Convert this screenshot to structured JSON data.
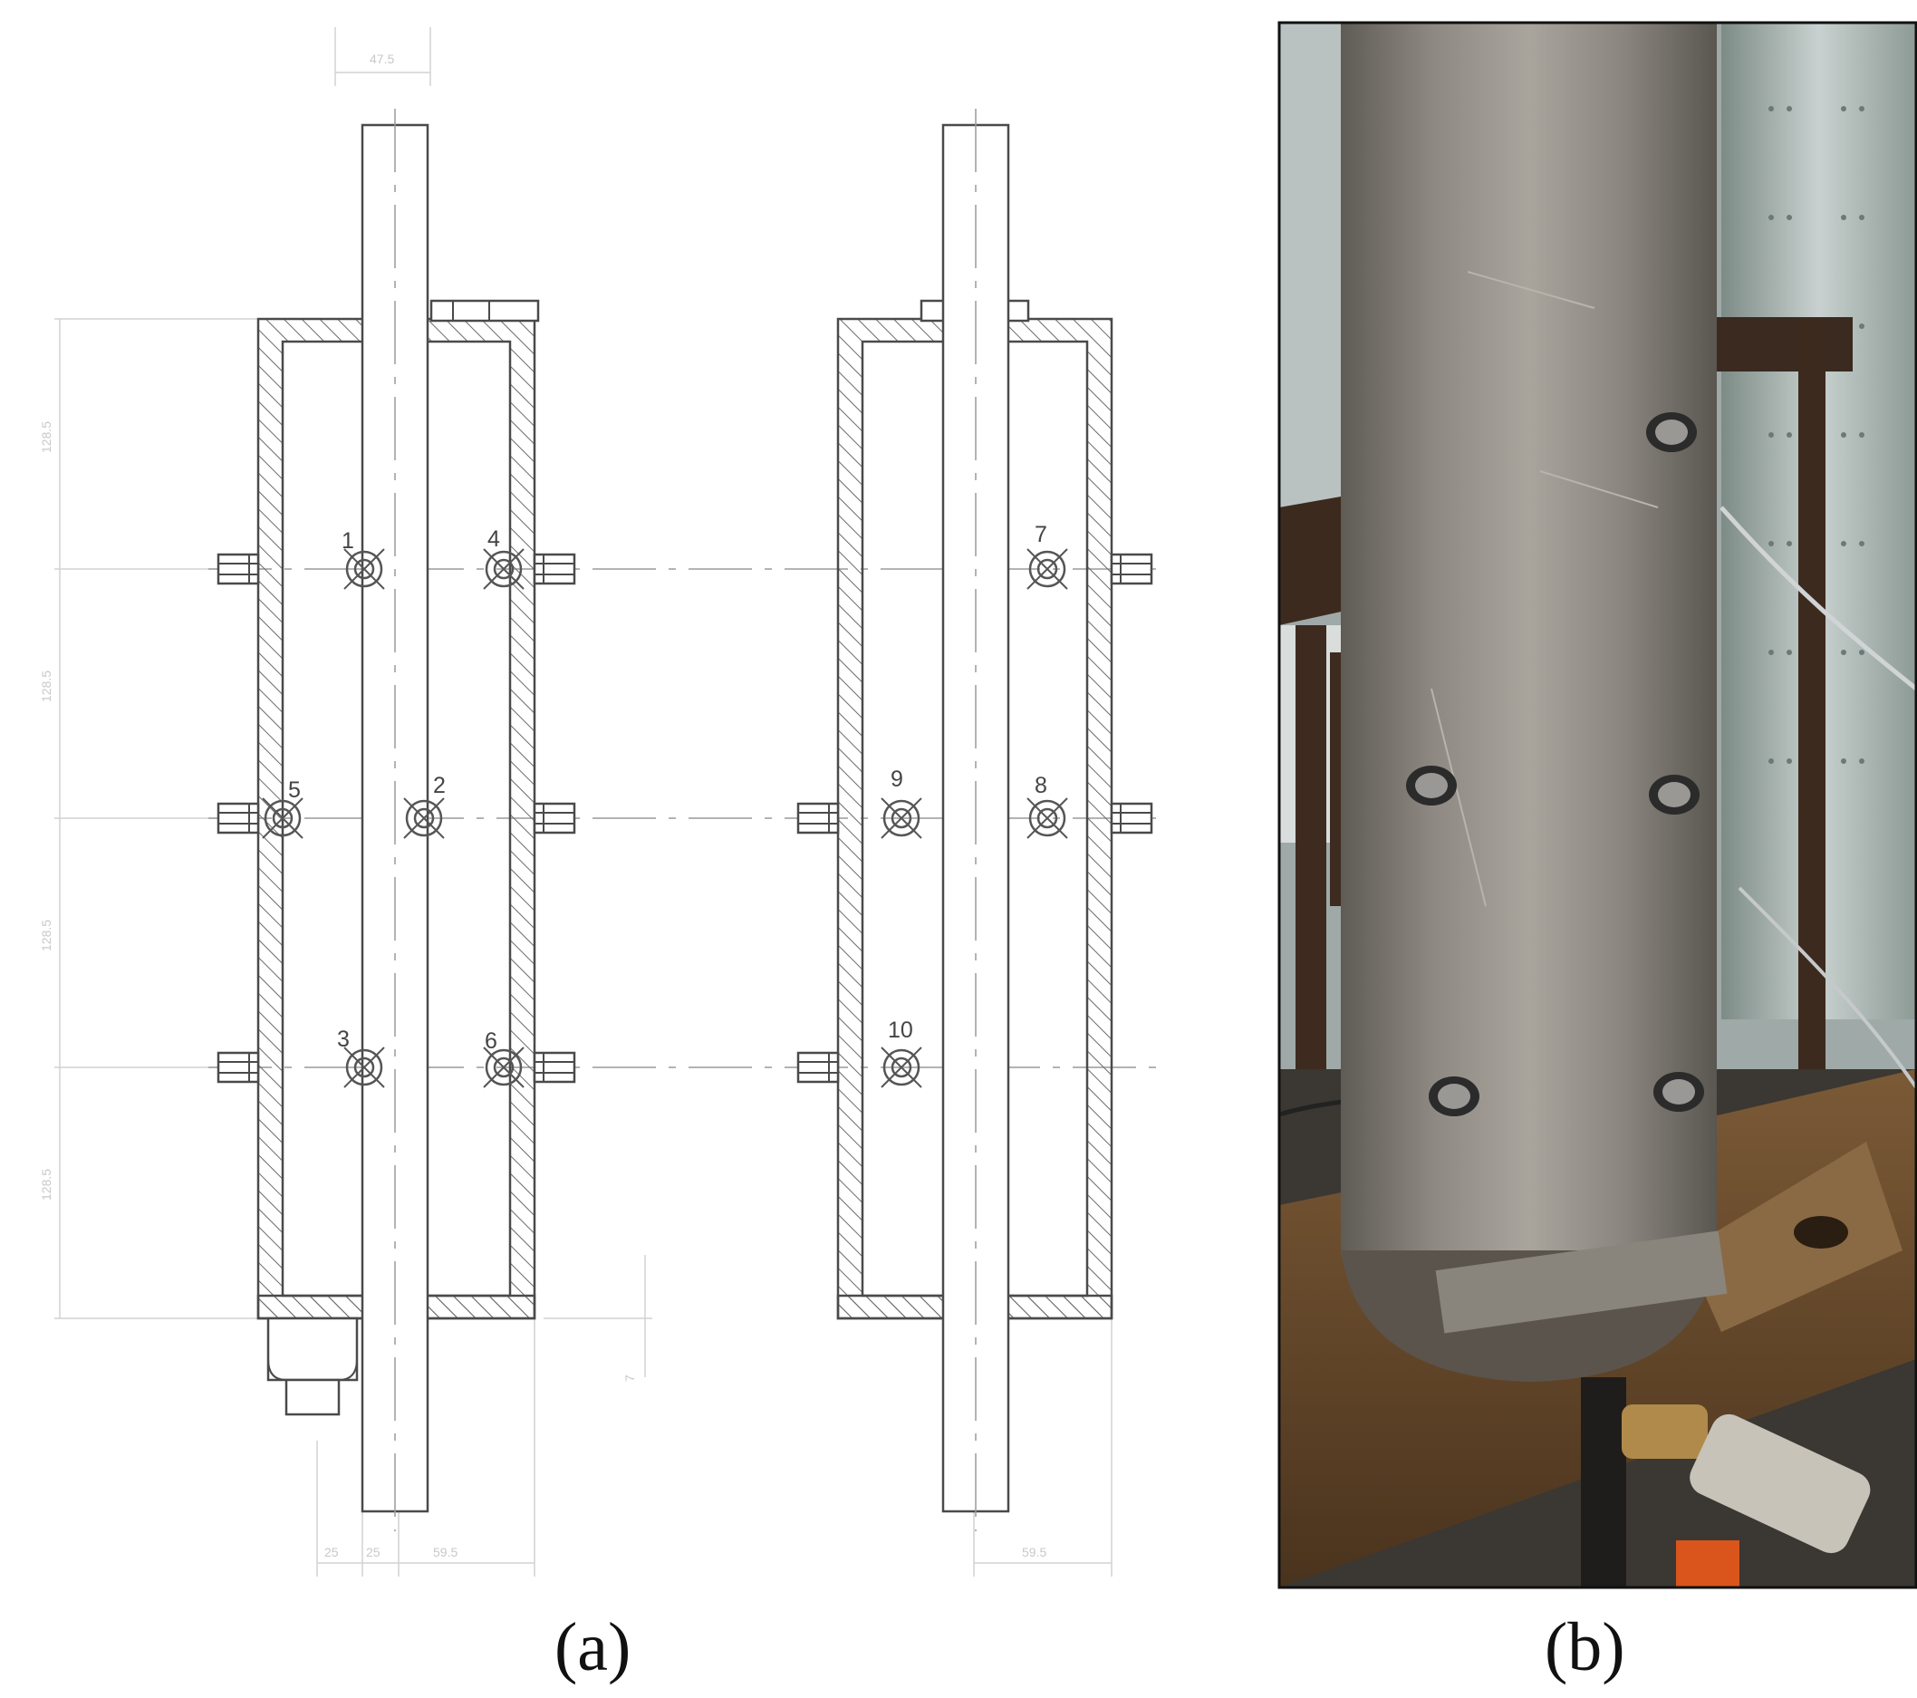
{
  "figure": {
    "panel_a_label": "(a)",
    "panel_b_label": "(b)"
  },
  "sensors": [
    {
      "label": "1"
    },
    {
      "label": "2"
    },
    {
      "label": "3"
    },
    {
      "label": "4"
    },
    {
      "label": "5"
    },
    {
      "label": "6"
    },
    {
      "label": "7"
    },
    {
      "label": "8"
    },
    {
      "label": "9"
    },
    {
      "label": "10"
    }
  ],
  "dimensions": {
    "top_width": "47.5",
    "segment": "128.5",
    "offset_bottom": "7",
    "left_small_1": "25",
    "left_small_2": "25",
    "right_width_a": "59.5",
    "right_width_b": "59.5"
  },
  "colors": {
    "line": "#4a4a4a",
    "center_line": "#9a9a9a",
    "dimension": "#cfcfcf",
    "hatch": "#6a6a6a"
  },
  "photo": {
    "content": "steel column with thermocouple ports on wooden pallet"
  }
}
